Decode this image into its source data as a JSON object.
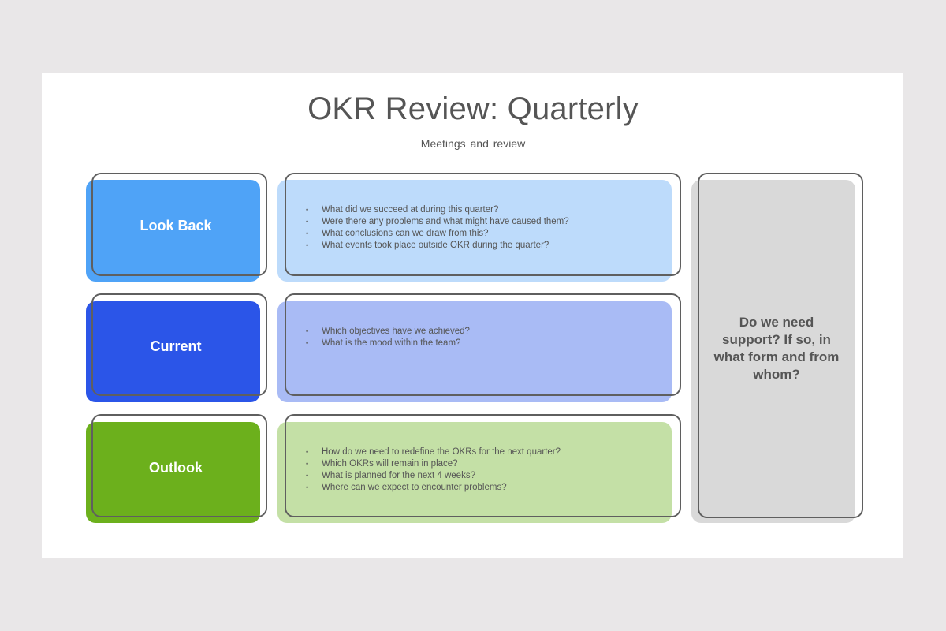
{
  "title": "OKR Review: Quarterly",
  "subtitle": "Meetings and review",
  "rows": [
    {
      "label": "Look Back",
      "label_color": "#4fa3f7",
      "panel_color": "#bddbfb",
      "items": [
        "What did we succeed at during this quarter?",
        "Were there any problems and what might have caused them?",
        "What conclusions can we draw from this?",
        "What events took place outside OKR during the quarter?"
      ]
    },
    {
      "label": "Current",
      "label_color": "#2b55e8",
      "panel_color": "#a9bbf5",
      "items": [
        "Which objectives have we achieved?",
        "What is the mood within the team?"
      ]
    },
    {
      "label": "Outlook",
      "label_color": "#6cb01c",
      "panel_color": "#c4e0a6",
      "items": [
        "How do we need to redefine the OKRs for the next quarter?",
        "Which OKRs will remain in place?",
        "What is planned for the next 4 weeks?",
        "Where can we expect to encounter problems?"
      ]
    }
  ],
  "support": {
    "text": "Do we need support? If so, in what form and from whom?",
    "color": "#d9d9d9"
  }
}
